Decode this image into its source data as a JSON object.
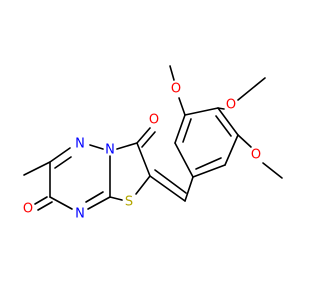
{
  "colors": {
    "bond": "#000000",
    "oxygen": "#ff0000",
    "nitrogen": "#0000ff",
    "sulfur": "#b3a600",
    "background": "#ffffff"
  },
  "atoms": {
    "o_top1": "O",
    "o_top2": "O",
    "o_right": "O",
    "o_carbonyl_right": "O",
    "o_carbonyl_left": "O",
    "n_upper": "N",
    "n_ring": "N",
    "n_lower": "N",
    "s_ring": "S"
  }
}
